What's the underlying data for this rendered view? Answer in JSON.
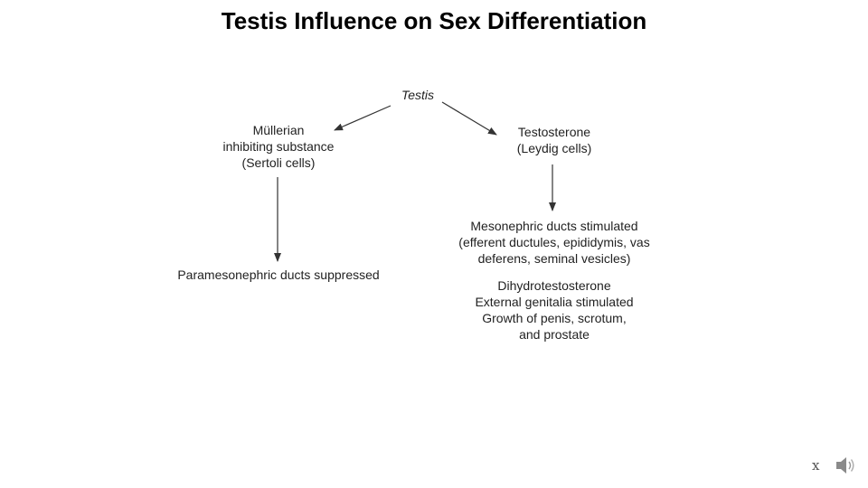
{
  "slide": {
    "title": "Testis Influence on Sex Differentiation"
  },
  "diagram": {
    "root": "Testis",
    "left_branch": {
      "lines": [
        "Müllerian",
        "inhibiting substance",
        "(Sertoli cells)"
      ],
      "effect": "Paramesonephric ducts suppressed"
    },
    "right_branch": {
      "lines": [
        "Testosterone",
        "(Leydig cells)"
      ],
      "effect_lines": [
        "Mesonephric ducts stimulated",
        "(efferent ductules, epididymis, vas",
        "deferens, seminal vesicles)"
      ],
      "dht_lines": [
        "Dihydrotestosterone",
        "External genitalia stimulated",
        "Growth of penis, scrotum,",
        "and prostate"
      ]
    }
  },
  "controls": {
    "close_label": "x",
    "audio_icon": "speaker-icon"
  },
  "colors": {
    "text": "#222222",
    "title": "#000000",
    "arrow": "#333333",
    "speaker": "#8a8a8a"
  }
}
